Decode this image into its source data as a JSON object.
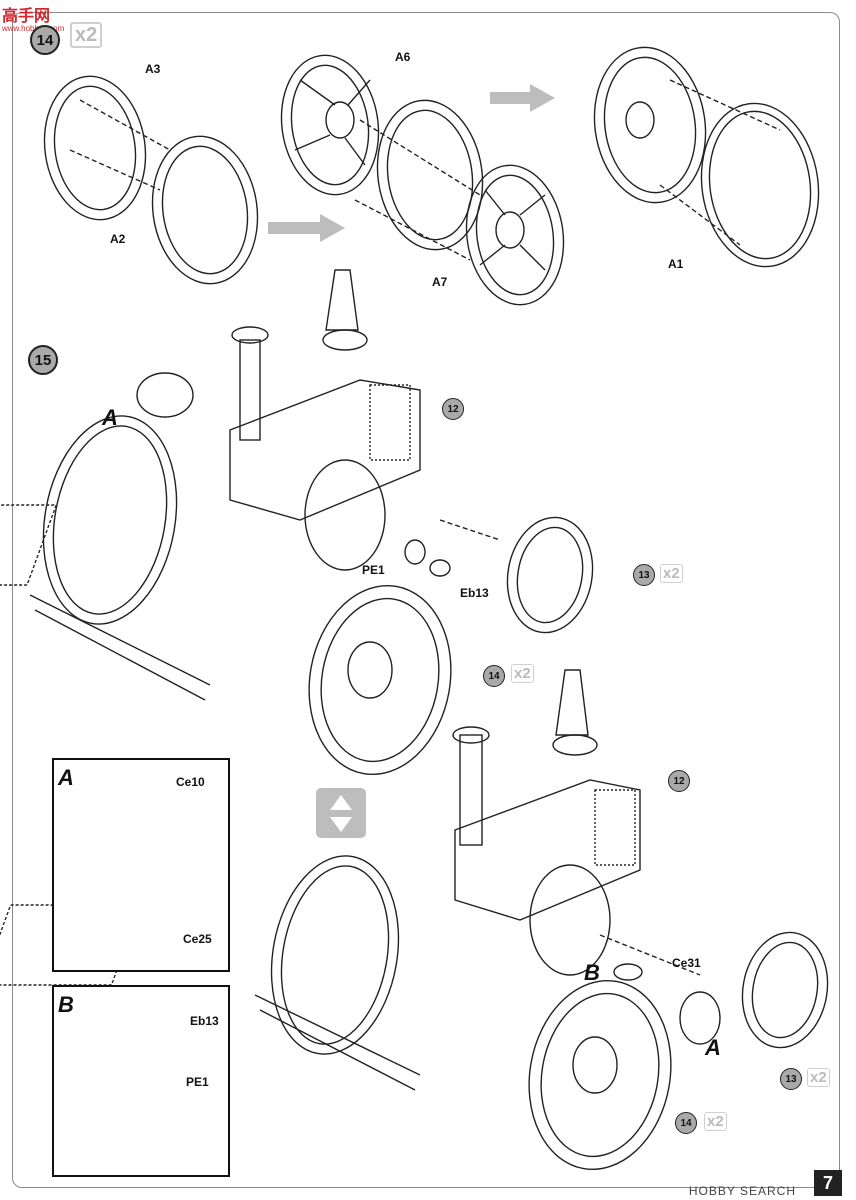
{
  "watermark": {
    "text": "高手网",
    "url": "www.hobbyx.com"
  },
  "step14": {
    "number": "14",
    "multiplier": "x2",
    "labels": {
      "a3": "A3",
      "a2": "A2",
      "a6": "A6",
      "a7": "A7",
      "a1": "A1"
    }
  },
  "step15": {
    "number": "15",
    "labels": {
      "a_top": "A",
      "pe1": "PE1",
      "eb13": "Eb13",
      "a_bottom": "A",
      "b_bottom": "B",
      "ce31": "Ce31"
    },
    "callouts": {
      "c12_top": "12",
      "c13_top": "13",
      "c14_top": "14",
      "c12_bottom": "12",
      "c13_bottom": "13",
      "c14_bottom": "14"
    },
    "multipliers": {
      "m13_top": "x2",
      "m14_top": "x2",
      "m13_bottom": "x2",
      "m14_bottom": "x2"
    }
  },
  "inset_a": {
    "letter": "A",
    "ce10": "Ce10",
    "ce25": "Ce25"
  },
  "inset_b": {
    "letter": "B",
    "eb13": "Eb13",
    "pe1": "PE1"
  },
  "footer": {
    "brand": "HOBBY SEARCH",
    "page": "7"
  }
}
